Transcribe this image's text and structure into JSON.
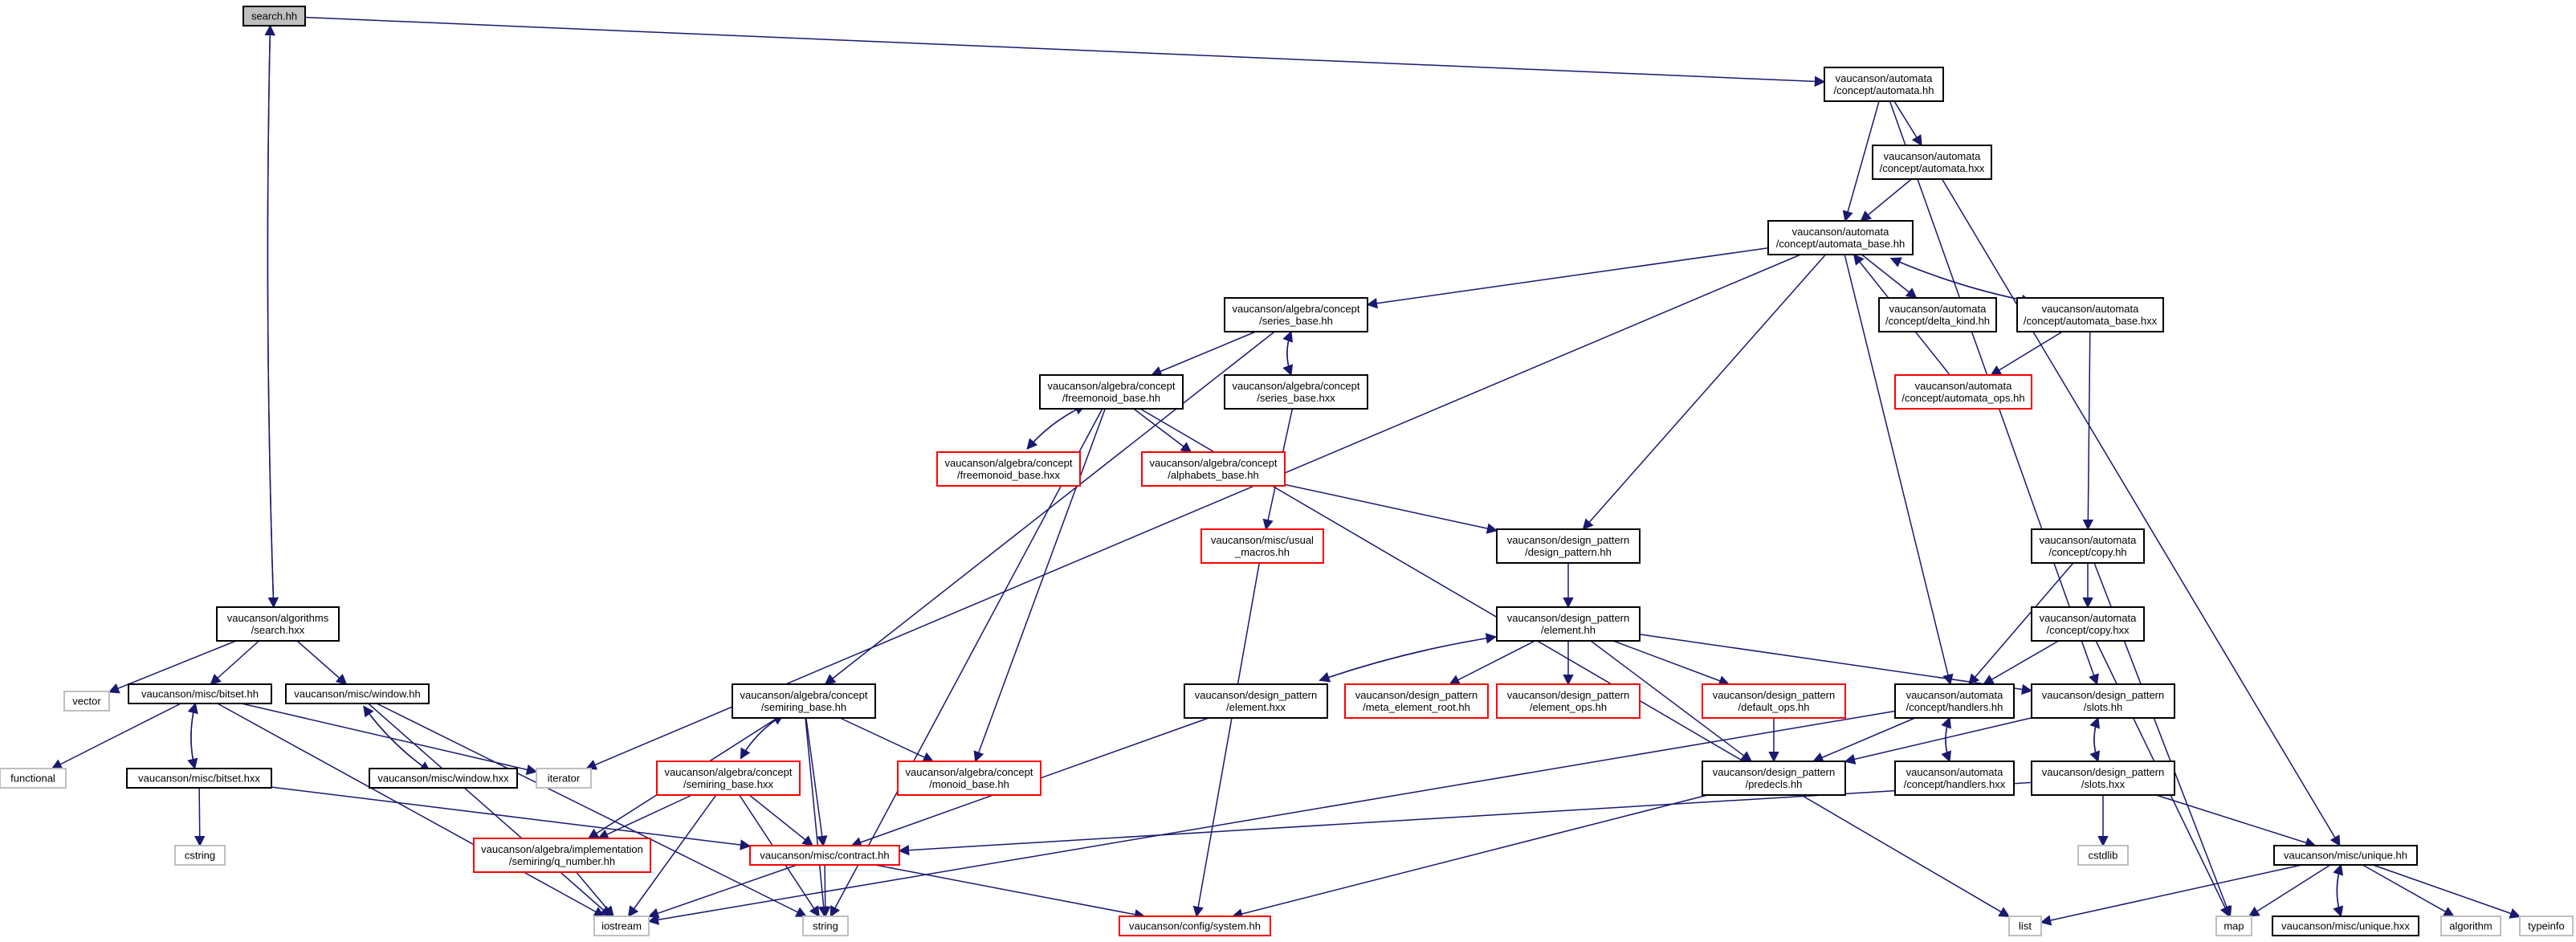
{
  "colors": {
    "edge": "#191970",
    "node_border": "#000000",
    "missing_border": "#ff0000",
    "external_border": "#bfbfbf",
    "root_fill": "#bfbfbf"
  },
  "nodes": [
    {
      "id": "search_hh",
      "lines": [
        "search.hh"
      ],
      "kind": "root"
    },
    {
      "id": "automata_hh",
      "lines": [
        "vaucanson/automata",
        "/concept/automata.hh"
      ],
      "kind": "normal"
    },
    {
      "id": "automata_hxx",
      "lines": [
        "vaucanson/automata",
        "/concept/automata.hxx"
      ],
      "kind": "normal"
    },
    {
      "id": "automata_base_hh",
      "lines": [
        "vaucanson/automata",
        "/concept/automata_base.hh"
      ],
      "kind": "normal"
    },
    {
      "id": "series_base_hh",
      "lines": [
        "vaucanson/algebra/concept",
        "/series_base.hh"
      ],
      "kind": "normal"
    },
    {
      "id": "delta_kind_hh",
      "lines": [
        "vaucanson/automata",
        "/concept/delta_kind.hh"
      ],
      "kind": "normal"
    },
    {
      "id": "automata_base_hxx",
      "lines": [
        "vaucanson/automata",
        "/concept/automata_base.hxx"
      ],
      "kind": "normal"
    },
    {
      "id": "freemonoid_base_hh",
      "lines": [
        "vaucanson/algebra/concept",
        "/freemonoid_base.hh"
      ],
      "kind": "normal"
    },
    {
      "id": "series_base_hxx",
      "lines": [
        "vaucanson/algebra/concept",
        "/series_base.hxx"
      ],
      "kind": "normal"
    },
    {
      "id": "automata_ops_hh",
      "lines": [
        "vaucanson/automata",
        "/concept/automata_ops.hh"
      ],
      "kind": "missing"
    },
    {
      "id": "freemonoid_base_hxx",
      "lines": [
        "vaucanson/algebra/concept",
        "/freemonoid_base.hxx"
      ],
      "kind": "missing"
    },
    {
      "id": "alphabets_base_hh",
      "lines": [
        "vaucanson/algebra/concept",
        "/alphabets_base.hh"
      ],
      "kind": "missing"
    },
    {
      "id": "usual_macros_hh",
      "lines": [
        "vaucanson/misc/usual",
        "_macros.hh"
      ],
      "kind": "missing"
    },
    {
      "id": "design_pattern_hh",
      "lines": [
        "vaucanson/design_pattern",
        "/design_pattern.hh"
      ],
      "kind": "normal"
    },
    {
      "id": "copy_hh",
      "lines": [
        "vaucanson/automata",
        "/concept/copy.hh"
      ],
      "kind": "normal"
    },
    {
      "id": "search_hxx",
      "lines": [
        "vaucanson/algorithms",
        "/search.hxx"
      ],
      "kind": "normal"
    },
    {
      "id": "element_hh",
      "lines": [
        "vaucanson/design_pattern",
        "/element.hh"
      ],
      "kind": "normal"
    },
    {
      "id": "copy_hxx",
      "lines": [
        "vaucanson/automata",
        "/concept/copy.hxx"
      ],
      "kind": "normal"
    },
    {
      "id": "vector",
      "lines": [
        "vector"
      ],
      "kind": "external"
    },
    {
      "id": "bitset_hh",
      "lines": [
        "vaucanson/misc/bitset.hh"
      ],
      "kind": "normal"
    },
    {
      "id": "window_hh",
      "lines": [
        "vaucanson/misc/window.hh"
      ],
      "kind": "normal"
    },
    {
      "id": "semiring_base_hh",
      "lines": [
        "vaucanson/algebra/concept",
        "/semiring_base.hh"
      ],
      "kind": "normal"
    },
    {
      "id": "element_hxx",
      "lines": [
        "vaucanson/design_pattern",
        "/element.hxx"
      ],
      "kind": "normal"
    },
    {
      "id": "meta_element_root_hh",
      "lines": [
        "vaucanson/design_pattern",
        "/meta_element_root.hh"
      ],
      "kind": "missing"
    },
    {
      "id": "element_ops_hh",
      "lines": [
        "vaucanson/design_pattern",
        "/element_ops.hh"
      ],
      "kind": "missing"
    },
    {
      "id": "default_ops_hh",
      "lines": [
        "vaucanson/design_pattern",
        "/default_ops.hh"
      ],
      "kind": "missing"
    },
    {
      "id": "handlers_hh",
      "lines": [
        "vaucanson/automata",
        "/concept/handlers.hh"
      ],
      "kind": "normal"
    },
    {
      "id": "slots_hh",
      "lines": [
        "vaucanson/design_pattern",
        "/slots.hh"
      ],
      "kind": "normal"
    },
    {
      "id": "functional",
      "lines": [
        "functional"
      ],
      "kind": "external"
    },
    {
      "id": "bitset_hxx",
      "lines": [
        "vaucanson/misc/bitset.hxx"
      ],
      "kind": "normal"
    },
    {
      "id": "window_hxx",
      "lines": [
        "vaucanson/misc/window.hxx"
      ],
      "kind": "normal"
    },
    {
      "id": "iterator",
      "lines": [
        "iterator"
      ],
      "kind": "external"
    },
    {
      "id": "semiring_base_hxx",
      "lines": [
        "vaucanson/algebra/concept",
        "/semiring_base.hxx"
      ],
      "kind": "missing"
    },
    {
      "id": "monoid_base_hh",
      "lines": [
        "vaucanson/algebra/concept",
        "/monoid_base.hh"
      ],
      "kind": "missing"
    },
    {
      "id": "predecls_hh",
      "lines": [
        "vaucanson/design_pattern",
        "/predecls.hh"
      ],
      "kind": "normal"
    },
    {
      "id": "handlers_hxx",
      "lines": [
        "vaucanson/automata",
        "/concept/handlers.hxx"
      ],
      "kind": "normal"
    },
    {
      "id": "slots_hxx",
      "lines": [
        "vaucanson/design_pattern",
        "/slots.hxx"
      ],
      "kind": "normal"
    },
    {
      "id": "cstring",
      "lines": [
        "cstring"
      ],
      "kind": "external"
    },
    {
      "id": "q_number_hh",
      "lines": [
        "vaucanson/algebra/implementation",
        "/semiring/q_number.hh"
      ],
      "kind": "missing"
    },
    {
      "id": "contract_hh",
      "lines": [
        "vaucanson/misc/contract.hh"
      ],
      "kind": "missing"
    },
    {
      "id": "cstdlib",
      "lines": [
        "cstdlib"
      ],
      "kind": "external"
    },
    {
      "id": "unique_hh",
      "lines": [
        "vaucanson/misc/unique.hh"
      ],
      "kind": "normal"
    },
    {
      "id": "iostream",
      "lines": [
        "iostream"
      ],
      "kind": "external"
    },
    {
      "id": "string",
      "lines": [
        "string"
      ],
      "kind": "external"
    },
    {
      "id": "system_hh",
      "lines": [
        "vaucanson/config/system.hh"
      ],
      "kind": "missing"
    },
    {
      "id": "list",
      "lines": [
        "list"
      ],
      "kind": "external"
    },
    {
      "id": "map",
      "lines": [
        "map"
      ],
      "kind": "external"
    },
    {
      "id": "unique_hxx",
      "lines": [
        "vaucanson/misc/unique.hxx"
      ],
      "kind": "normal"
    },
    {
      "id": "algorithm",
      "lines": [
        "algorithm"
      ],
      "kind": "external"
    },
    {
      "id": "typeinfo",
      "lines": [
        "typeinfo"
      ],
      "kind": "external"
    }
  ],
  "edges": [
    [
      "search_hh",
      "automata_hh"
    ],
    [
      "search_hh",
      "search_hxx"
    ],
    [
      "search_hxx",
      "search_hh"
    ],
    [
      "automata_hh",
      "automata_hxx"
    ],
    [
      "automata_hh",
      "automata_base_hh"
    ],
    [
      "automata_hh",
      "slots_hh"
    ],
    [
      "automata_hxx",
      "automata_base_hh"
    ],
    [
      "automata_hxx",
      "unique_hh"
    ],
    [
      "automata_base_hh",
      "series_base_hh"
    ],
    [
      "automata_base_hh",
      "delta_kind_hh"
    ],
    [
      "automata_base_hh",
      "automata_base_hxx"
    ],
    [
      "automata_base_hh",
      "design_pattern_hh"
    ],
    [
      "automata_base_hh",
      "iterator"
    ],
    [
      "automata_base_hh",
      "handlers_hh"
    ],
    [
      "automata_base_hxx",
      "automata_base_hh"
    ],
    [
      "automata_base_hxx",
      "automata_ops_hh"
    ],
    [
      "automata_base_hxx",
      "copy_hh"
    ],
    [
      "automata_ops_hh",
      "automata_base_hh"
    ],
    [
      "series_base_hh",
      "freemonoid_base_hh"
    ],
    [
      "series_base_hh",
      "series_base_hxx"
    ],
    [
      "series_base_hh",
      "semiring_base_hh"
    ],
    [
      "series_base_hxx",
      "series_base_hh"
    ],
    [
      "series_base_hxx",
      "usual_macros_hh"
    ],
    [
      "freemonoid_base_hh",
      "freemonoid_base_hxx"
    ],
    [
      "freemonoid_base_hh",
      "alphabets_base_hh"
    ],
    [
      "freemonoid_base_hh",
      "monoid_base_hh"
    ],
    [
      "freemonoid_base_hh",
      "string"
    ],
    [
      "freemonoid_base_hh",
      "list"
    ],
    [
      "freemonoid_base_hxx",
      "freemonoid_base_hh"
    ],
    [
      "alphabets_base_hh",
      "design_pattern_hh"
    ],
    [
      "usual_macros_hh",
      "system_hh"
    ],
    [
      "design_pattern_hh",
      "element_hh"
    ],
    [
      "element_hh",
      "element_hxx"
    ],
    [
      "element_hh",
      "meta_element_root_hh"
    ],
    [
      "element_hh",
      "element_ops_hh"
    ],
    [
      "element_hh",
      "default_ops_hh"
    ],
    [
      "element_hh",
      "predecls_hh"
    ],
    [
      "element_hh",
      "slots_hh"
    ],
    [
      "element_hxx",
      "element_hh"
    ],
    [
      "element_hxx",
      "contract_hh"
    ],
    [
      "default_ops_hh",
      "predecls_hh"
    ],
    [
      "copy_hh",
      "copy_hxx"
    ],
    [
      "copy_hh",
      "handlers_hh"
    ],
    [
      "copy_hh",
      "map"
    ],
    [
      "copy_hxx",
      "handlers_hh"
    ],
    [
      "copy_hxx",
      "map"
    ],
    [
      "handlers_hh",
      "handlers_hxx"
    ],
    [
      "handlers_hh",
      "predecls_hh"
    ],
    [
      "handlers_hh",
      "iostream"
    ],
    [
      "handlers_hxx",
      "handlers_hh"
    ],
    [
      "slots_hh",
      "slots_hxx"
    ],
    [
      "slots_hh",
      "predecls_hh"
    ],
    [
      "slots_hxx",
      "slots_hh"
    ],
    [
      "slots_hxx",
      "cstdlib"
    ],
    [
      "slots_hxx",
      "unique_hh"
    ],
    [
      "slots_hxx",
      "contract_hh"
    ],
    [
      "predecls_hh",
      "system_hh"
    ],
    [
      "search_hxx",
      "vector"
    ],
    [
      "search_hxx",
      "bitset_hh"
    ],
    [
      "search_hxx",
      "window_hh"
    ],
    [
      "bitset_hh",
      "functional"
    ],
    [
      "bitset_hh",
      "bitset_hxx"
    ],
    [
      "bitset_hh",
      "iterator"
    ],
    [
      "bitset_hh",
      "iostream"
    ],
    [
      "bitset_hxx",
      "bitset_hh"
    ],
    [
      "bitset_hxx",
      "cstring"
    ],
    [
      "bitset_hxx",
      "contract_hh"
    ],
    [
      "window_hh",
      "window_hxx"
    ],
    [
      "window_hh",
      "iostream"
    ],
    [
      "window_hh",
      "string"
    ],
    [
      "window_hxx",
      "window_hh"
    ],
    [
      "semiring_base_hh",
      "semiring_base_hxx"
    ],
    [
      "semiring_base_hh",
      "monoid_base_hh"
    ],
    [
      "semiring_base_hh",
      "contract_hh"
    ],
    [
      "semiring_base_hh",
      "q_number_hh"
    ],
    [
      "semiring_base_hh",
      "string"
    ],
    [
      "semiring_base_hxx",
      "semiring_base_hh"
    ],
    [
      "semiring_base_hxx",
      "q_number_hh"
    ],
    [
      "semiring_base_hxx",
      "contract_hh"
    ],
    [
      "semiring_base_hxx",
      "iostream"
    ],
    [
      "semiring_base_hxx",
      "string"
    ],
    [
      "q_number_hh",
      "iostream"
    ],
    [
      "contract_hh",
      "iostream"
    ],
    [
      "contract_hh",
      "string"
    ],
    [
      "contract_hh",
      "system_hh"
    ],
    [
      "unique_hh",
      "list"
    ],
    [
      "unique_hh",
      "map"
    ],
    [
      "unique_hh",
      "unique_hxx"
    ],
    [
      "unique_hh",
      "algorithm"
    ],
    [
      "unique_hh",
      "typeinfo"
    ],
    [
      "unique_hxx",
      "unique_hh"
    ]
  ]
}
